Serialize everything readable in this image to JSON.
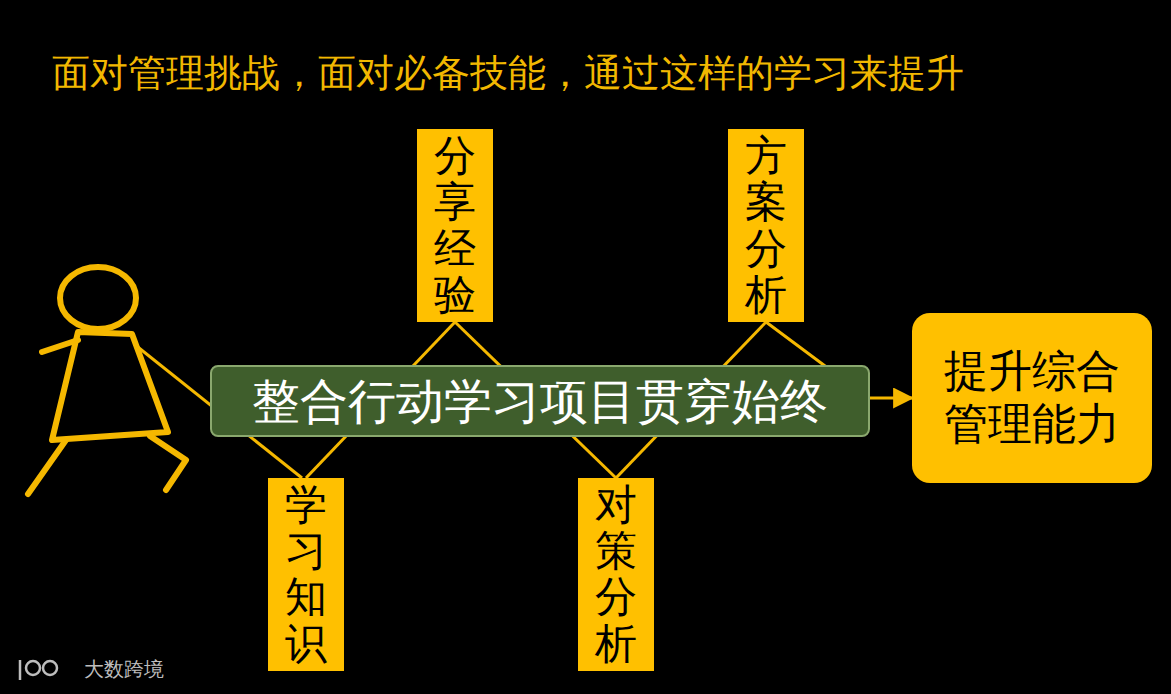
{
  "diagram": {
    "title": "面对管理挑战，面对必备技能，通过这样的学习来提升",
    "nodes": [
      {
        "text": [
          "学习知识"
        ]
      },
      {
        "text": [
          "分享经验"
        ]
      },
      {
        "text": [
          "对策分析"
        ]
      },
      {
        "text": [
          "方案分析"
        ]
      },
      {
        "text": [
          "整合行动学习项目贯穿始终"
        ]
      },
      {
        "text": [
          "提升综合管理能力"
        ]
      }
    ],
    "edges": [
      {
        "from": 0,
        "to": 1,
        "arrow": "none"
      },
      {
        "from": 1,
        "to": 2,
        "arrow": "none"
      },
      {
        "from": 2,
        "to": 3,
        "arrow": "none"
      },
      {
        "from": 3,
        "to": 5,
        "arrow": "to"
      }
    ],
    "labels": [
      "大数跨境"
    ]
  }
}
